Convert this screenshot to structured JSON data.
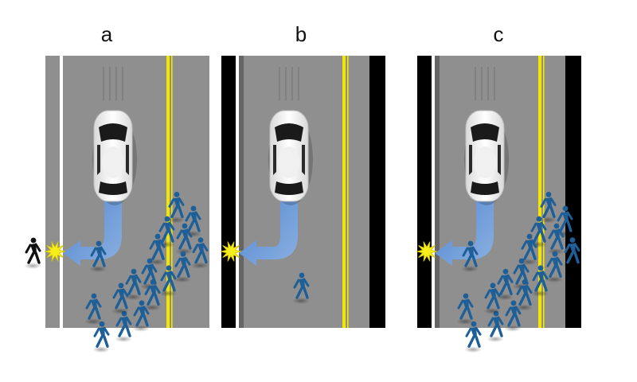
{
  "panels": [
    {
      "label": "a",
      "barriers": false,
      "outside_pedestrian": true,
      "crowd": "large"
    },
    {
      "label": "b",
      "barriers": true,
      "outside_pedestrian": false,
      "crowd": "single"
    },
    {
      "label": "c",
      "barriers": true,
      "outside_pedestrian": false,
      "crowd": "large"
    }
  ],
  "colors": {
    "road": "#8f8f8f",
    "edge_line": "#ffffff",
    "center_line": "#f2e600",
    "barrier": "#000000",
    "arrow": "#5d8fd4",
    "pedestrian": "#1f5f98",
    "outside_pedestrian": "#111111",
    "impact": "#f5ee1c",
    "car": "#f4f4f4"
  },
  "icons": [
    "car-icon",
    "swerve-arrow-icon",
    "impact-burst-icon",
    "pedestrian-icon"
  ]
}
